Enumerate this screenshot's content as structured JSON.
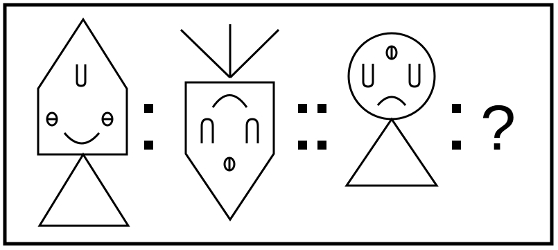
{
  "puzzle": {
    "operators": {
      "ratio_1": ":",
      "proportion": "::",
      "ratio_2": ":"
    },
    "answer_placeholder": "?",
    "figures": [
      {
        "id": "figure-1",
        "head_shape": "pentagon-up",
        "body_shape": "triangle",
        "mouth": "smile"
      },
      {
        "id": "figure-2",
        "head_shape": "pentagon-down",
        "body_shape": "none",
        "mouth": "frown",
        "top": "three-spikes"
      },
      {
        "id": "figure-3",
        "head_shape": "circle",
        "body_shape": "triangle",
        "mouth": "frown"
      }
    ],
    "colors": {
      "stroke": "#000000",
      "background": "#ffffff"
    }
  }
}
